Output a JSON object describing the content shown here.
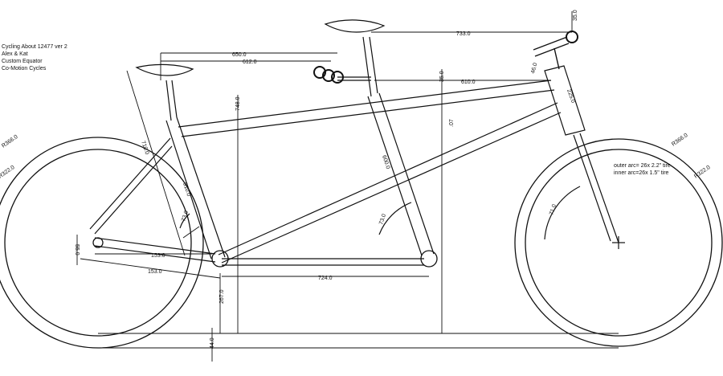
{
  "title_block": {
    "line1": "Cycling About 12477 ver 2",
    "line2": "Alex & Kat",
    "line3": "Custom Equator",
    "line4": "Co-Motion Cycles"
  },
  "tire_notes": {
    "outer": "outer arc= 26x 2.2\" tire",
    "inner": "inner arc=26x 1.5\" tire"
  },
  "dimensions": {
    "captain_reach": "733.0",
    "captain_stack_offset": "35.0",
    "stoker_reach_outer": "650.0",
    "stoker_reach_inner": "612.0",
    "top_tube": "610.0",
    "bar_drop": "35.0",
    "stoker_seat_height": "748.0",
    "headset_spacer": "46.0",
    "head_tube": "225.0",
    "rear_seat_tube_length": "710.0",
    "rear_seat_tube_c_t": "510.0",
    "rear_seat_angle": "73.0",
    "front_seat_tube_length": "600.0",
    "front_seat_angle": "73.0",
    "rear_fork_gap": ".07",
    "front_tire_radius": "R366.0",
    "front_rim_radius": "R322.0",
    "rear_tire_radius": "R366.0",
    "rear_rim_radius": "R322.0",
    "head_angle": "71.0",
    "chainstay_upper": "153.0",
    "chainstay_lower": "153.0",
    "dropout_offset": "55.0",
    "timing_chain": "724.0",
    "bb_height": "267.0",
    "ground_clearance": "44.0"
  }
}
